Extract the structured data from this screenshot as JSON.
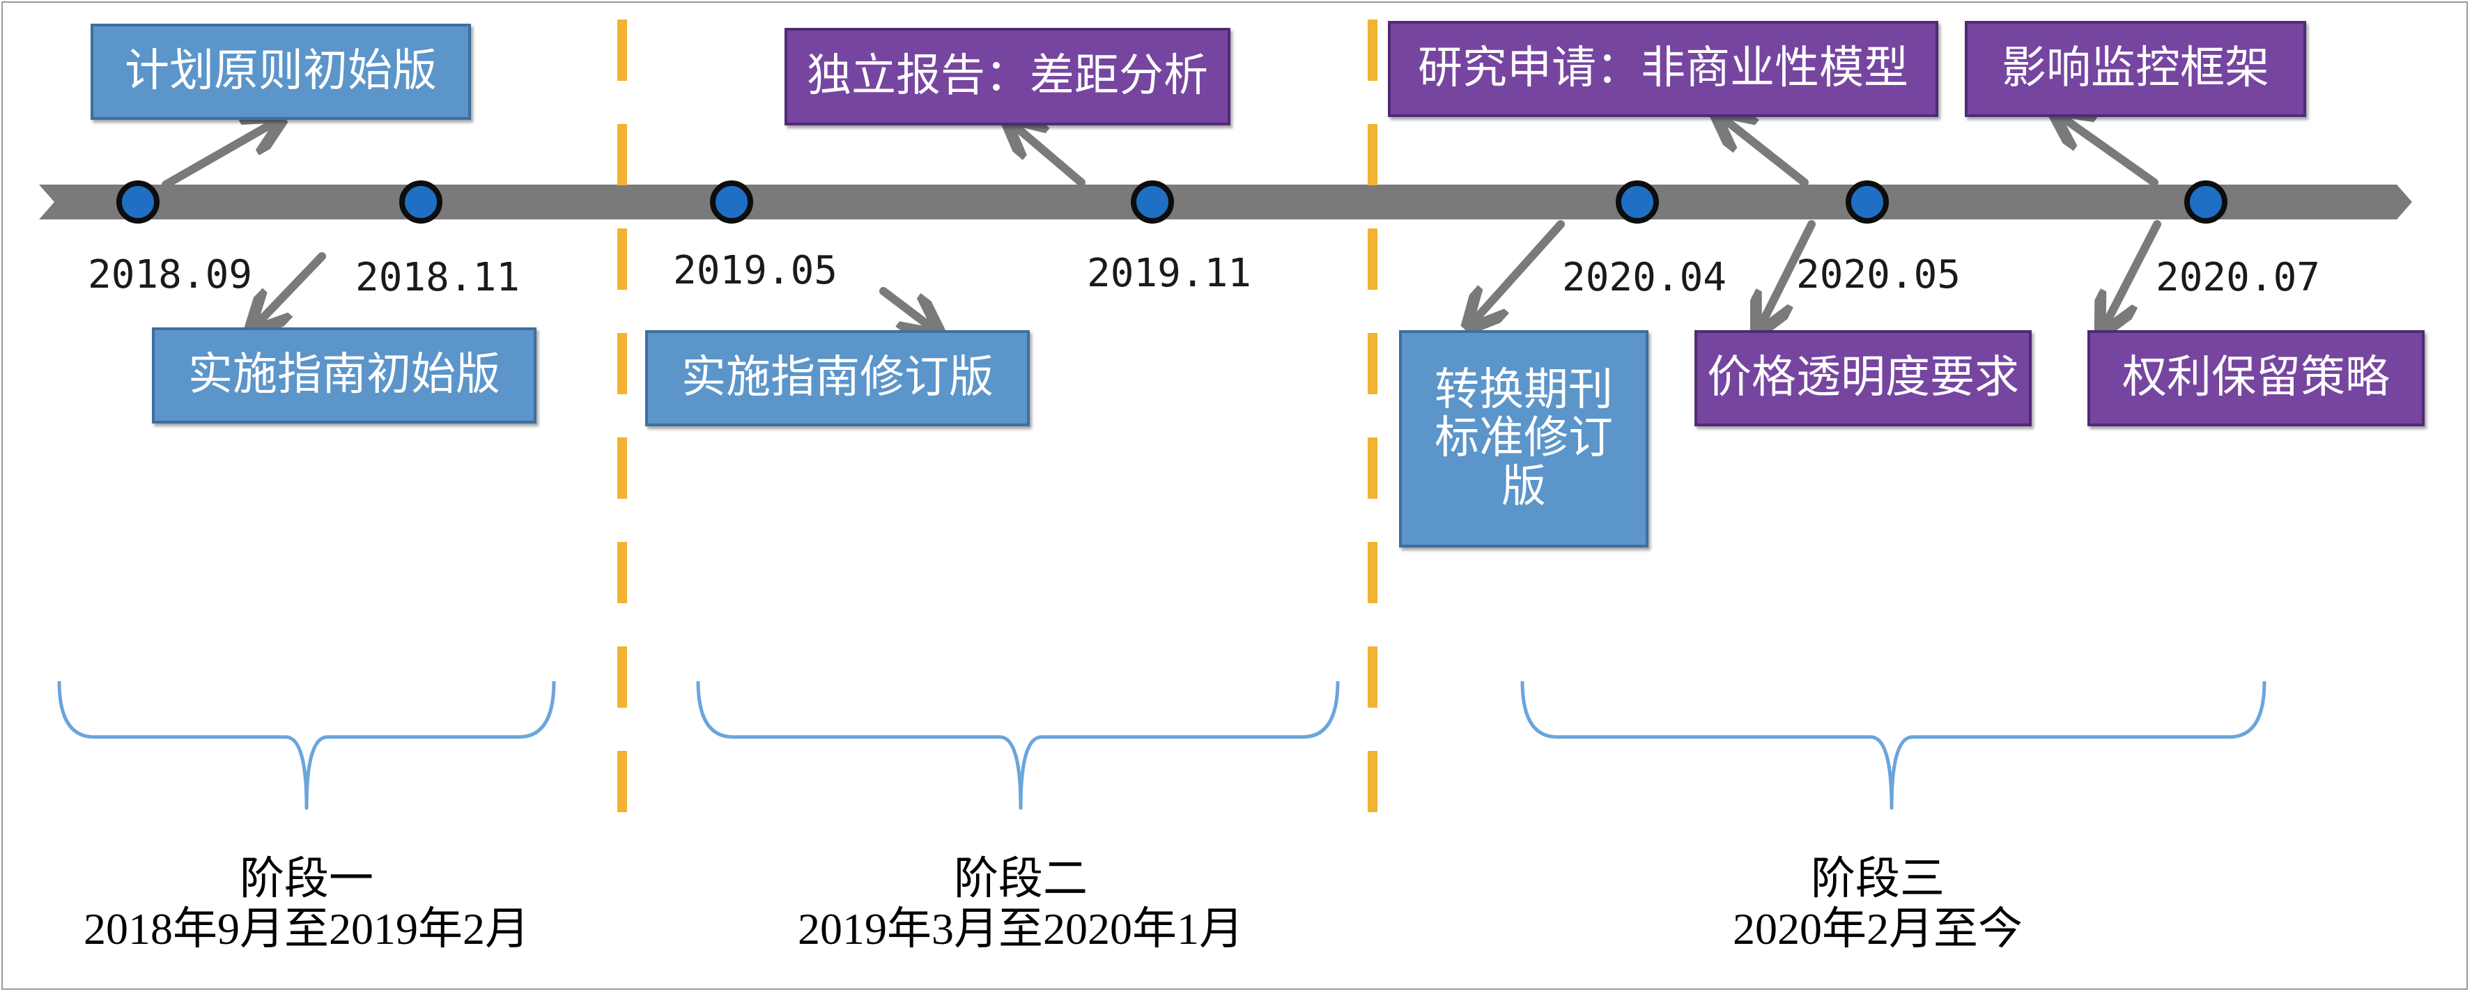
{
  "colors": {
    "timeline": "#7a7a7a",
    "milestone_fill": "#1f6fc5",
    "milestone_ring": "#0d0d0d",
    "arrow": "#7a7a7a",
    "divider": "#f2b233",
    "brace": "#6aa5dc",
    "box_blue": "#5b95c9",
    "box_purple": "#7645a0"
  },
  "milestones": [
    {
      "date": "2018.09"
    },
    {
      "date": "2018.11"
    },
    {
      "date": "2019.05"
    },
    {
      "date": "2019.11"
    },
    {
      "date": "2020.04"
    },
    {
      "date": "2020.05"
    },
    {
      "date": "2020.07"
    }
  ],
  "documents": [
    {
      "label": "计划原则初始版",
      "color": "blue",
      "milestone": "2018.09"
    },
    {
      "label": "实施指南初始版",
      "color": "blue",
      "milestone": "2018.11"
    },
    {
      "label": "独立报告：差距分析",
      "color": "purple",
      "milestone": "2019.11"
    },
    {
      "label": "实施指南修订版",
      "color": "blue",
      "milestone": "2019.05"
    },
    {
      "label": "研究申请：非商业性模型",
      "color": "purple",
      "milestone": "2020.05"
    },
    {
      "label": "影响监控框架",
      "color": "purple",
      "milestone": "2020.07"
    },
    {
      "label": "转换期刊标准修订版",
      "color": "blue",
      "milestone": "2020.04"
    },
    {
      "label": "价格透明度要求",
      "color": "purple",
      "milestone": "2020.05"
    },
    {
      "label": "权利保留策略",
      "color": "purple",
      "milestone": "2020.07"
    }
  ],
  "phases": [
    {
      "name": "阶段一",
      "range": "2018年9月至2019年2月"
    },
    {
      "name": "阶段二",
      "range": "2019年3月至2020年1月"
    },
    {
      "name": "阶段三",
      "range": "2020年2月至今"
    }
  ]
}
